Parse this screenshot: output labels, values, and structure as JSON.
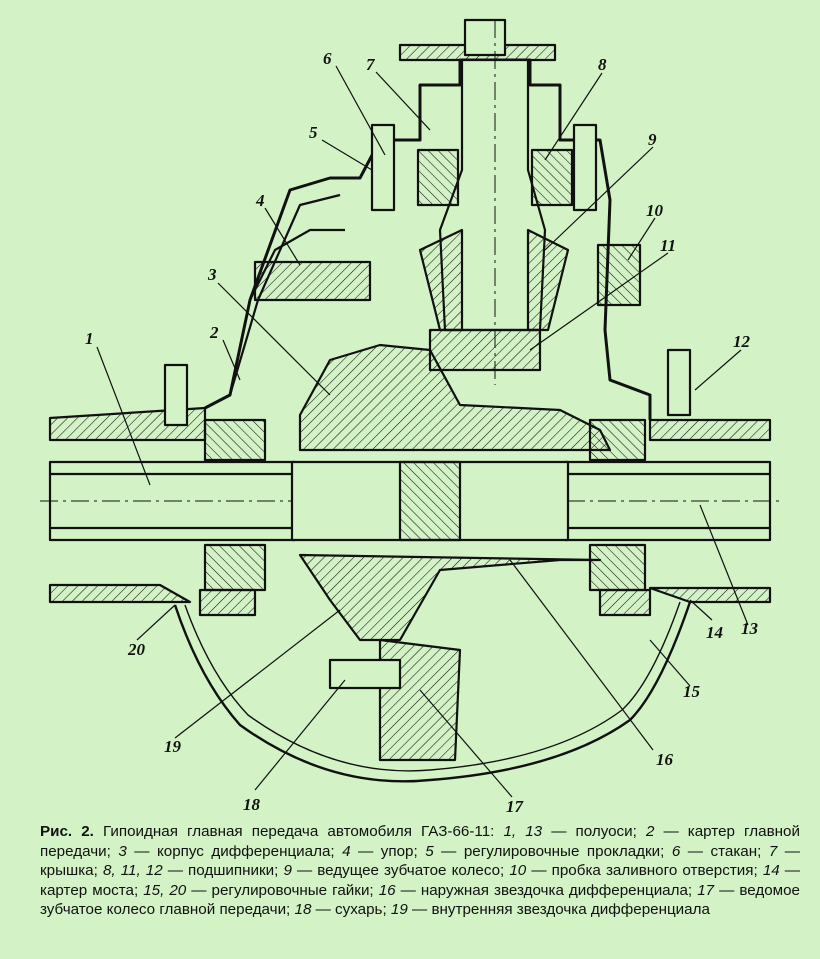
{
  "labels": {
    "l1": "1",
    "l2": "2",
    "l3": "3",
    "l4": "4",
    "l5": "5",
    "l6": "6",
    "l7": "7",
    "l8": "8",
    "l9": "9",
    "l10": "10",
    "l11": "11",
    "l12": "12",
    "l13": "13",
    "l14": "14",
    "l15": "15",
    "l16": "16",
    "l17": "17",
    "l18": "18",
    "l19": "19",
    "l20": "20"
  },
  "caption": {
    "fig": "Рис. 2.",
    "title": "Гипоидная главная передача автомобиля ГАЗ-66-11:",
    "n1": "1, 13",
    "t1": " — полуоси; ",
    "n2": "2",
    "t2": " — картер главной передачи; ",
    "n3": "3",
    "t3": " — корпус дифференциала; ",
    "n4": "4",
    "t4": " — упор; ",
    "n5": "5",
    "t5": " — регулировочные прокладки; ",
    "n6": "6",
    "t6": " — стакан; ",
    "n7": "7",
    "t7": " — крышка; ",
    "n8": "8, 11, 12",
    "t8": " — подшипники; ",
    "n9": "9",
    "t9": " — ведущее зубчатое колесо; ",
    "n10": "10",
    "t10": " — пробка заливного отверстия; ",
    "n11": "14",
    "t11": " — картер моста; ",
    "n12": "15, 20",
    "t12": " — регулировочные гайки; ",
    "n13": "16",
    "t13": " — наружная звездочка дифференциала; ",
    "n14": "17",
    "t14": " — ведомое зубчатое колесо главной передачи; ",
    "n15": "18",
    "t15": " — сухарь; ",
    "n16": "19",
    "t16": " — внутренняя звездочка дифференциала"
  },
  "colors": {
    "background": "#d3f2c6",
    "ink": "#111111"
  }
}
